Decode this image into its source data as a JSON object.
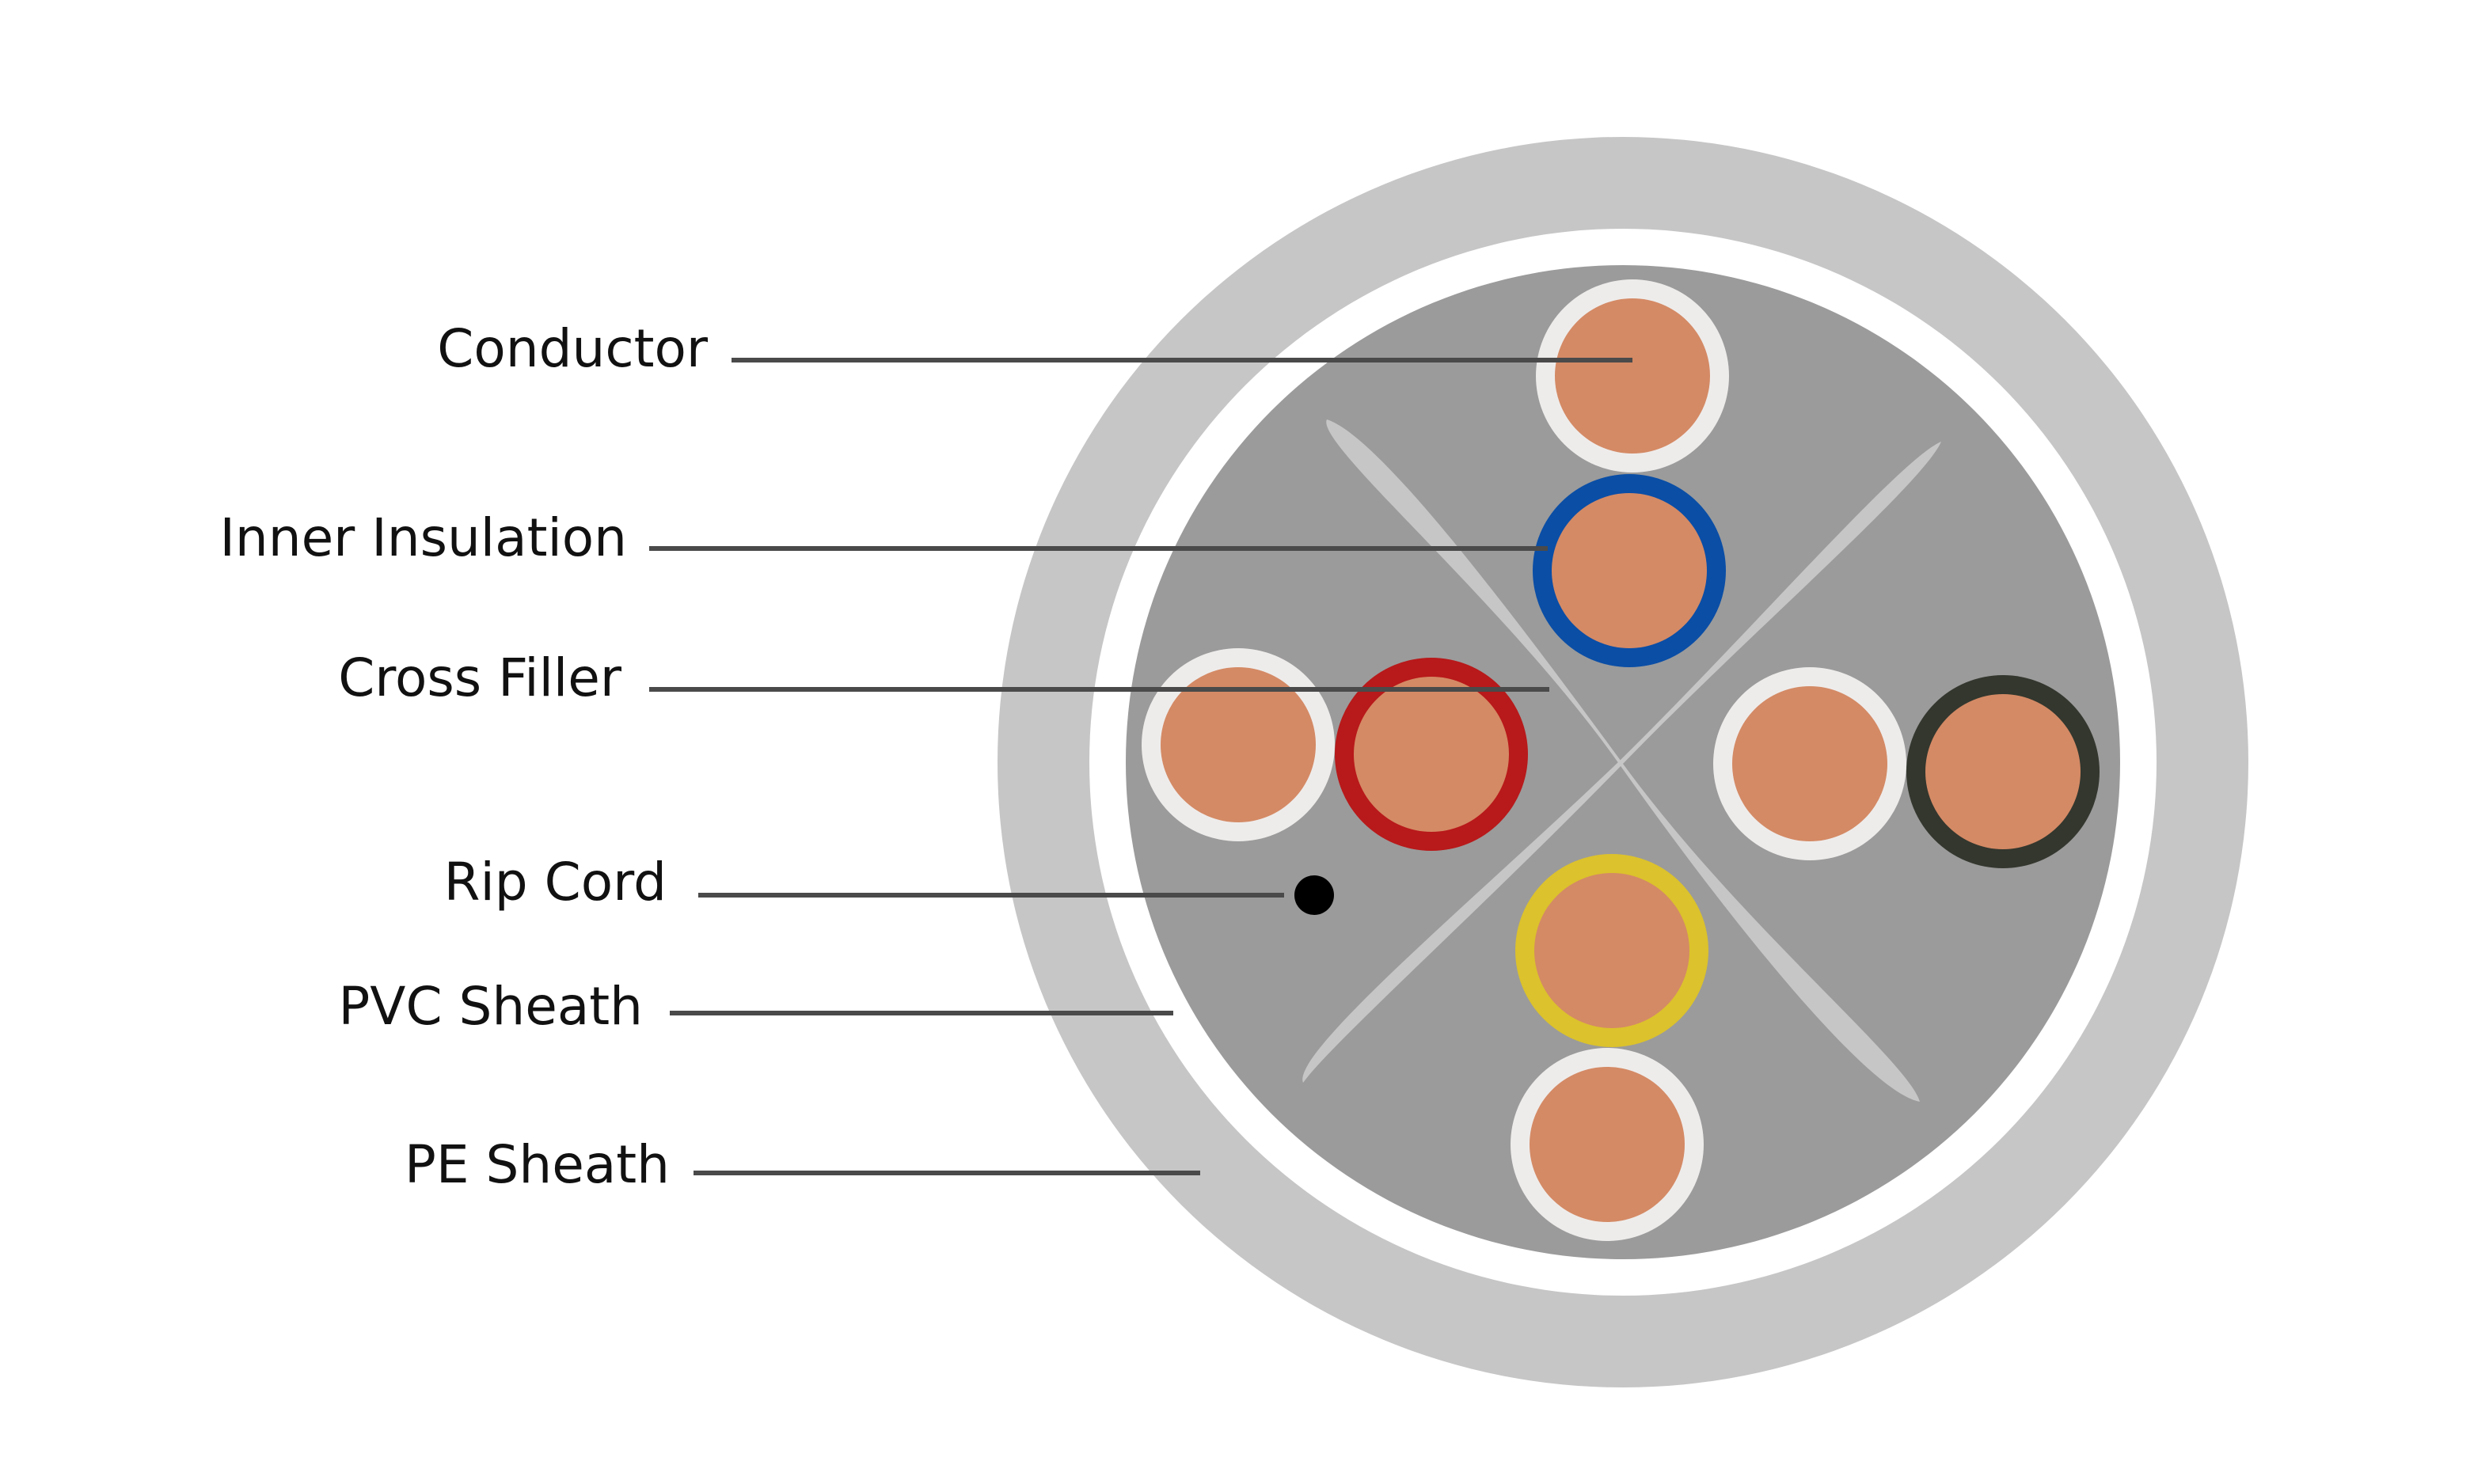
{
  "labels": {
    "conductor": "Conductor",
    "inner_insulation": "Inner Insulation",
    "cross_filler": "Cross Filler",
    "rip_cord": "Rip Cord",
    "pvc_sheath": "PVC Sheath",
    "pe_sheath": "PE Sheath"
  },
  "colors": {
    "pe_sheath": "#c6c6c6",
    "pvc_sheath": "#ffffff",
    "core_fill": "#9b9b9b",
    "cross_filler": "#c6c6c6",
    "conductor": "#d48a65",
    "insulation_white": "#eeeceb",
    "insulation_blue": "#0a4ea6",
    "insulation_red": "#b8191a",
    "insulation_black": "#33372e",
    "insulation_yellow": "#dcc22c",
    "rip_cord": "#000000",
    "leader_line": "#4a4a4a"
  }
}
